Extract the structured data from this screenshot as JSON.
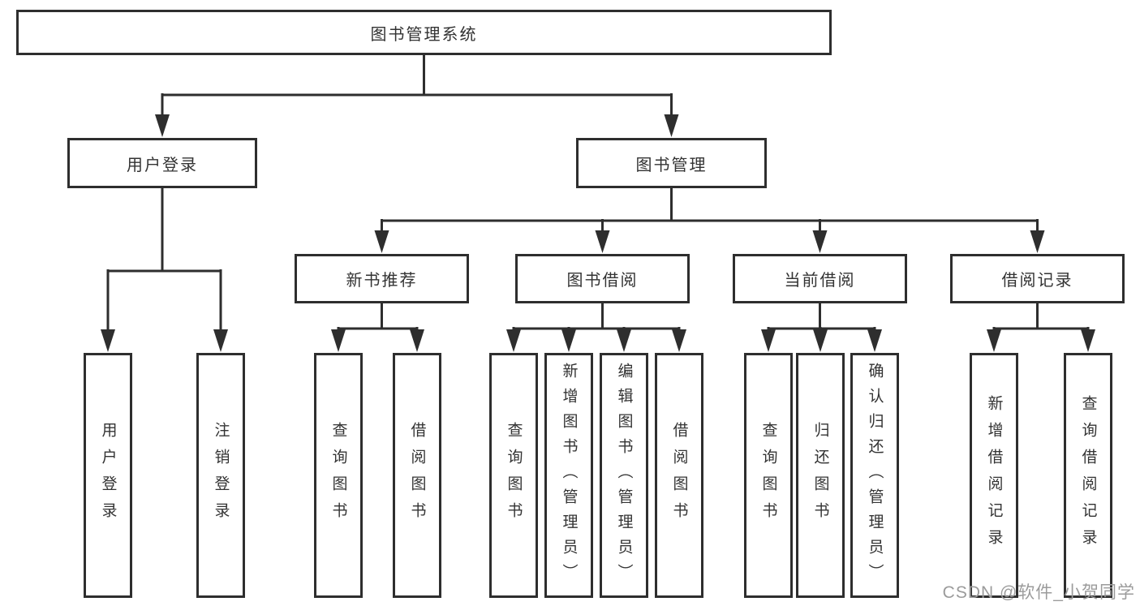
{
  "tree": {
    "label": "图书管理系统",
    "children": [
      {
        "label": "用户登录",
        "children": [
          {
            "label": "用户登录"
          },
          {
            "label": "注销登录"
          }
        ]
      },
      {
        "label": "图书管理",
        "children": [
          {
            "label": "新书推荐",
            "children": [
              {
                "label": "查询图书"
              },
              {
                "label": "借阅图书"
              }
            ]
          },
          {
            "label": "图书借阅",
            "children": [
              {
                "label": "查询图书"
              },
              {
                "label": "新增图书（管理员）"
              },
              {
                "label": "编辑图书（管理员）"
              },
              {
                "label": "借阅图书"
              }
            ]
          },
          {
            "label": "当前借阅",
            "children": [
              {
                "label": "查询图书"
              },
              {
                "label": "归还图书"
              },
              {
                "label": "确认归还（管理员）"
              }
            ]
          },
          {
            "label": "借阅记录",
            "children": [
              {
                "label": "新增借阅记录"
              },
              {
                "label": "查询借阅记录"
              }
            ]
          }
        ]
      }
    ]
  },
  "watermark": {
    "text": "CSDN @软件_小贺同学"
  },
  "colors": {
    "line": "#2e2e2e",
    "box_border": "#2e2e2e",
    "text": "#333333",
    "watermark": "#9b9b9b",
    "background": "#ffffff"
  }
}
